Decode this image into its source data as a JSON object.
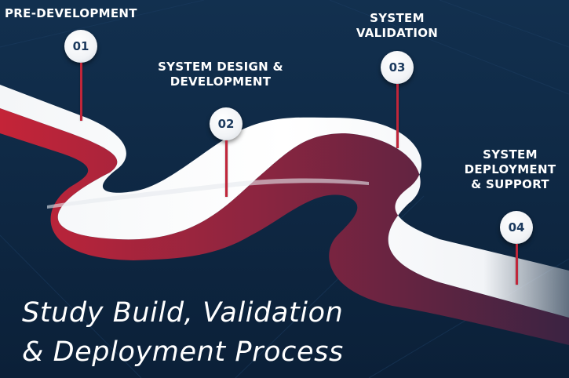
{
  "stages": [
    {
      "number": "01",
      "label_lines": [
        "PRE-DEVELOPMENT"
      ]
    },
    {
      "number": "02",
      "label_lines": [
        "SYSTEM DESIGN &",
        "DEVELOPMENT"
      ]
    },
    {
      "number": "03",
      "label_lines": [
        "SYSTEM",
        "VALIDATION"
      ]
    },
    {
      "number": "04",
      "label_lines": [
        "SYSTEM",
        "DEPLOYMENT",
        "& SUPPORT"
      ]
    }
  ],
  "title_lines": [
    "Study Build, Validation",
    "& Deployment Process"
  ],
  "colors": {
    "background": "#0f2a47",
    "road_top": "#ffffff",
    "road_side_red": "#c0263a",
    "road_side_dark": "#4a2340",
    "marker_text": "#1c3a5e",
    "pin": "#c0263a"
  }
}
